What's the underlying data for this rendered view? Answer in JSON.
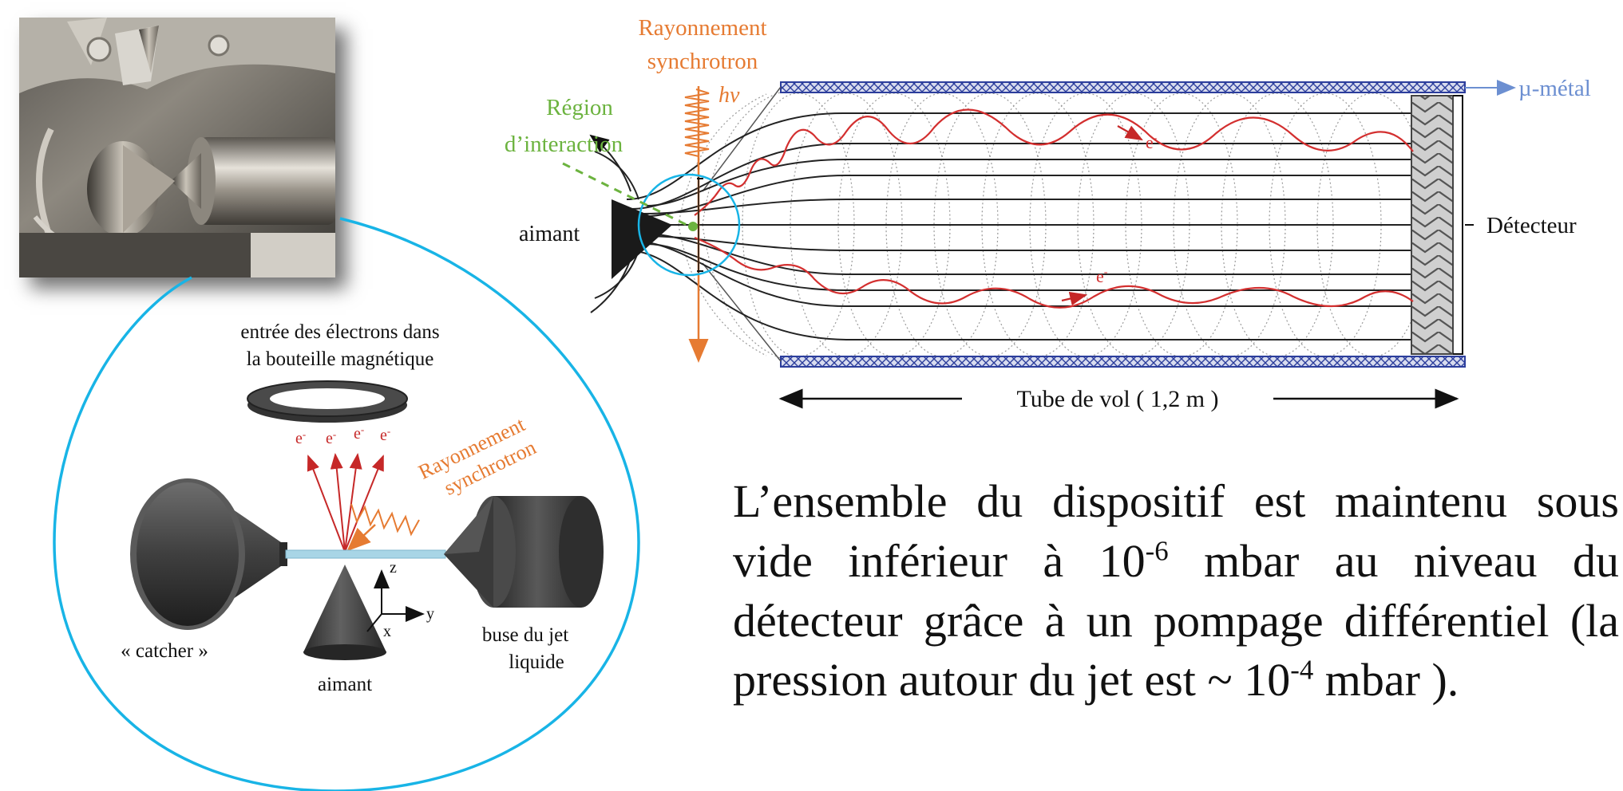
{
  "flight_tube": {
    "synchrotron_line1": "Rayonnement",
    "synchrotron_line2": "synchrotron",
    "photon_symbol": "hν",
    "interaction_line1": "Région",
    "interaction_line2": "d’interaction",
    "magnet_label": "aimant",
    "mu_metal_label": "µ-métal",
    "detector_label": "Détecteur",
    "electron_label_top": "e",
    "electron_label_bottom": "e",
    "electron_superscript": "-",
    "tube_label": "Tube de vol ( 1,2 m )"
  },
  "inset": {
    "entry_line1": "entrée des électrons dans",
    "entry_line2": "la bouteille magnétique",
    "electron_label": "e",
    "electron_superscript": "-",
    "synchrotron_line1": "Rayonnement",
    "synchrotron_line2": "synchrotron",
    "catcher_label": "« catcher »",
    "magnet_label": "aimant",
    "nozzle_line1": "buse du jet",
    "nozzle_line2": "liquide",
    "axis_z": "z",
    "axis_y": "y",
    "axis_x": "x"
  },
  "paragraph": {
    "part1": "L’ensemble du dispositif est maintenu sous vide inférieur à 10",
    "exp1": "-6",
    "part2": " mbar au niveau du détecteur grâce à un pompage différentiel (la pression autour du jet est ~ 10",
    "exp2": "-4",
    "part3": " mbar )."
  },
  "colors": {
    "orange": "#e67b32",
    "green": "#6cb33f",
    "cyan": "#18b4e6",
    "red": "#d32f2f",
    "blue_label": "#6c8fd1",
    "tube_wall": "#2c3e9c"
  }
}
